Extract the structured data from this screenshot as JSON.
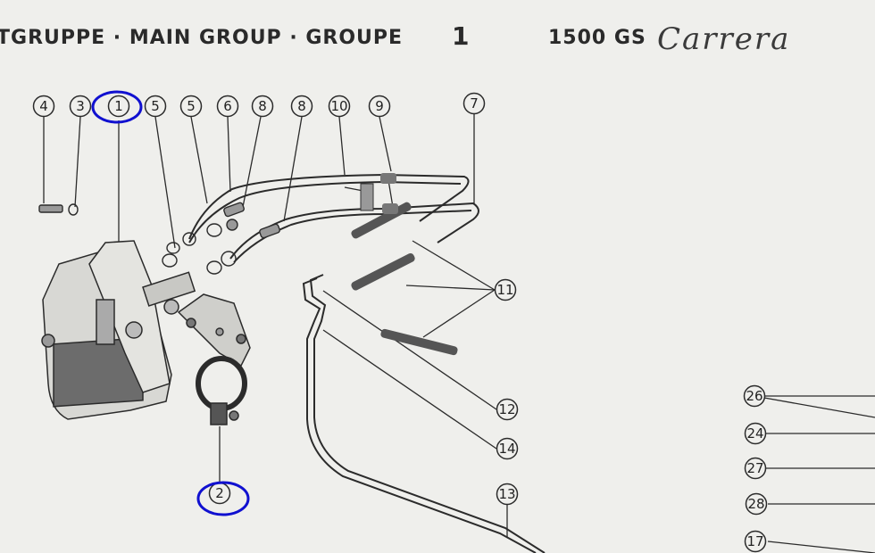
{
  "header": {
    "title": "TGRUPPE · MAIN GROUP · GROUPE",
    "group_number": "1",
    "model": "1500 GS",
    "brand_script": "Carrera"
  },
  "callouts": {
    "c4": "4",
    "c3": "3",
    "c1": "1",
    "c5a": "5",
    "c5b": "5",
    "c6": "6",
    "c8a": "8",
    "c8b": "8",
    "c10": "10",
    "c9": "9",
    "c7": "7",
    "c11": "11",
    "c12": "12",
    "c14": "14",
    "c2": "2",
    "c13": "13",
    "c26": "26",
    "c24": "24",
    "c27": "27",
    "c28": "28",
    "c17": "17"
  },
  "highlight_color": "#1010d0",
  "ink_color": "#2b2b2b"
}
